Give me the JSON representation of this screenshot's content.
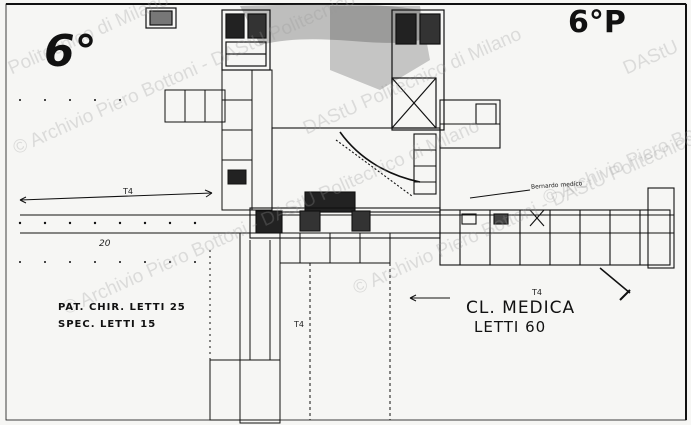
{
  "sheet": {
    "floor_number": "6°",
    "sheet_code": "6°P"
  },
  "labels": {
    "clinic_surgery_beds": "PAT. CHIR. LETTI 25",
    "special_beds": "SPEC. LETTI 15",
    "clinic_medical": "CL. MEDICA",
    "medical_beds": "LETTI 60",
    "tag_left": "T4",
    "tag_bottom": "T4",
    "tag_right": "T4",
    "room_note": "Bernardo medico",
    "dim_note": "20"
  },
  "watermarks": [
    "© Archivio Piero Bottoni - DAStU Politecnico di Milano",
    "© Archivio Piero Bottoni - DAStU Politecnico di Milano",
    "DAStU Politecnico di Milano",
    "© Archivio Piero Bottoni - DAStU Politecnico di Milano",
    "© Archivio Piero Bottoni",
    "Politecnico di Milano",
    "DAStU"
  ],
  "colors": {
    "ink": "#111111",
    "paper": "#f6f6f4",
    "watermark": "#969696"
  }
}
